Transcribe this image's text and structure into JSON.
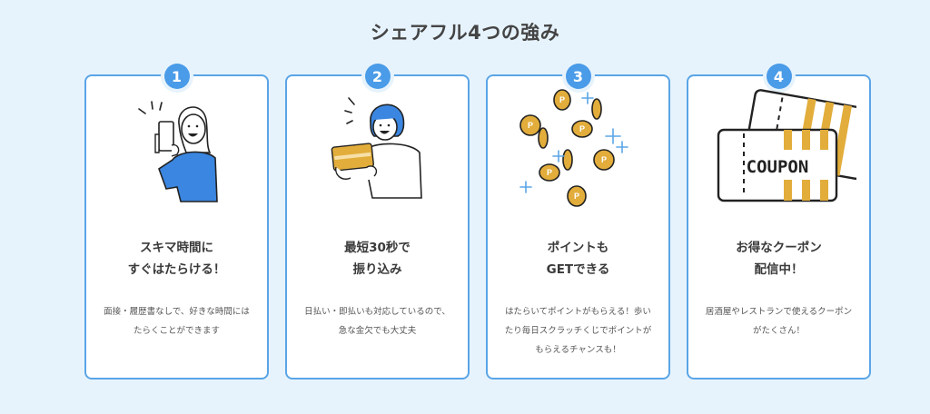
{
  "section_title": "シェアフル4つの強み",
  "colors": {
    "background": "#e6f3fd",
    "card_border": "#5aa5e6",
    "badge": "#4a9be8",
    "gold": "#e2ad3b"
  },
  "cards": [
    {
      "number": "1",
      "illustration": "woman-holding-smartphone",
      "heading_line1": "スキマ時間に",
      "heading_line2": "すぐはたらける！",
      "desc_line1": "面接・履歴書なしで、好きな時間には",
      "desc_line2": "たらくことができます"
    },
    {
      "number": "2",
      "illustration": "person-holding-card",
      "heading_line1": "最短30秒で",
      "heading_line2": "振り込み",
      "desc_line1": "日払い・即払いも対応しているので、",
      "desc_line2": "急な金欠でも大丈夫"
    },
    {
      "number": "3",
      "illustration": "scattered-point-coins",
      "heading_line1": "ポイントも",
      "heading_line2": "GETできる",
      "desc_line1": "はたらいてポイントがもらえる！歩い",
      "desc_line2": "たり毎日スクラッチくじでポイントが",
      "desc_line3": "もらえるチャンスも！"
    },
    {
      "number": "4",
      "illustration": "coupon-tickets",
      "coupon_text": "COUPON",
      "heading_line1": "お得なクーポン",
      "heading_line2": "配信中！",
      "desc_line1": "居酒屋やレストランで使えるクーポン",
      "desc_line2": "がたくさん！"
    }
  ]
}
